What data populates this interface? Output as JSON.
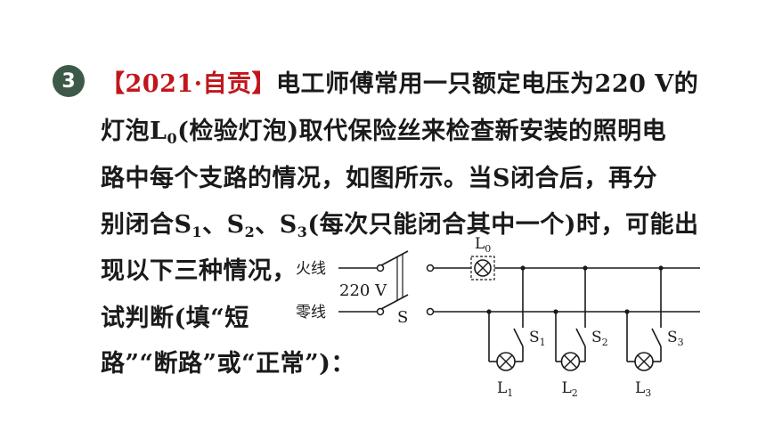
{
  "question": {
    "number": "3",
    "source_tag": "【2021·自贡】",
    "line1_text": "电工师傅常用一只额定电压为220 V的",
    "line2": {
      "a": "灯泡L",
      "sub": "0",
      "b": "(检验灯泡)取代保险丝来检查新安装的照明电"
    },
    "line3_text": "路中每个支路的情况，如图所示。当S闭合后，再分",
    "line4": {
      "a": "别闭合S",
      "s1": "1",
      "b": "、S",
      "s2": "2",
      "c": "、S",
      "s3": "3",
      "d": "(每次只能闭合其中一个)时，可能出"
    },
    "line5_text": "现以下三种情况，",
    "line6_text": "试判断(填“短",
    "line7_text": "路”“断路”或“正常”)："
  },
  "circuit": {
    "live_label": "火线",
    "neutral_label": "零线",
    "voltage_label": "220 V",
    "main_switch_label": "S",
    "lamp_test": {
      "base": "L",
      "sub": "0"
    },
    "branch_switches": [
      {
        "base": "S",
        "sub": "1"
      },
      {
        "base": "S",
        "sub": "2"
      },
      {
        "base": "S",
        "sub": "3"
      }
    ],
    "branch_lamps": [
      {
        "base": "L",
        "sub": "1"
      },
      {
        "base": "L",
        "sub": "2"
      },
      {
        "base": "L",
        "sub": "3"
      }
    ]
  }
}
